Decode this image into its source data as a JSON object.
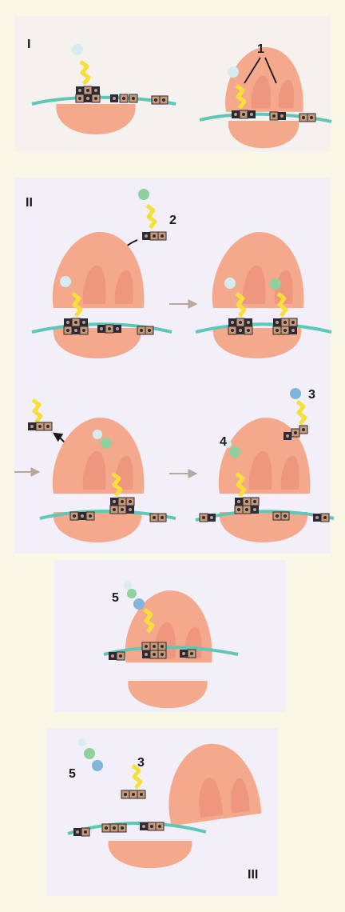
{
  "sections": {
    "s1": "I",
    "s2": "II",
    "s3": "III"
  },
  "labels": {
    "l1": "1",
    "l2": "2",
    "l3": "3",
    "l4": "4",
    "l5": "5"
  },
  "colors": {
    "page_background": "#f9f7e6",
    "panel_background": "#f3eff8",
    "ribosome": "#f4a98d",
    "ribosome_shadow": "#eb8f78",
    "mrna": "#5fc7b8",
    "trna_body": "#f6df3a",
    "codon_dark": "#2a2a3a",
    "codon_light": "#c99a72",
    "amino_acid_blue": "#7fb6d9",
    "amino_acid_green": "#8ed09e",
    "amino_acid_pale": "#d6ecf1",
    "arrow_gray": "#b8a89c",
    "arrow_black": "#1a1a1a"
  }
}
